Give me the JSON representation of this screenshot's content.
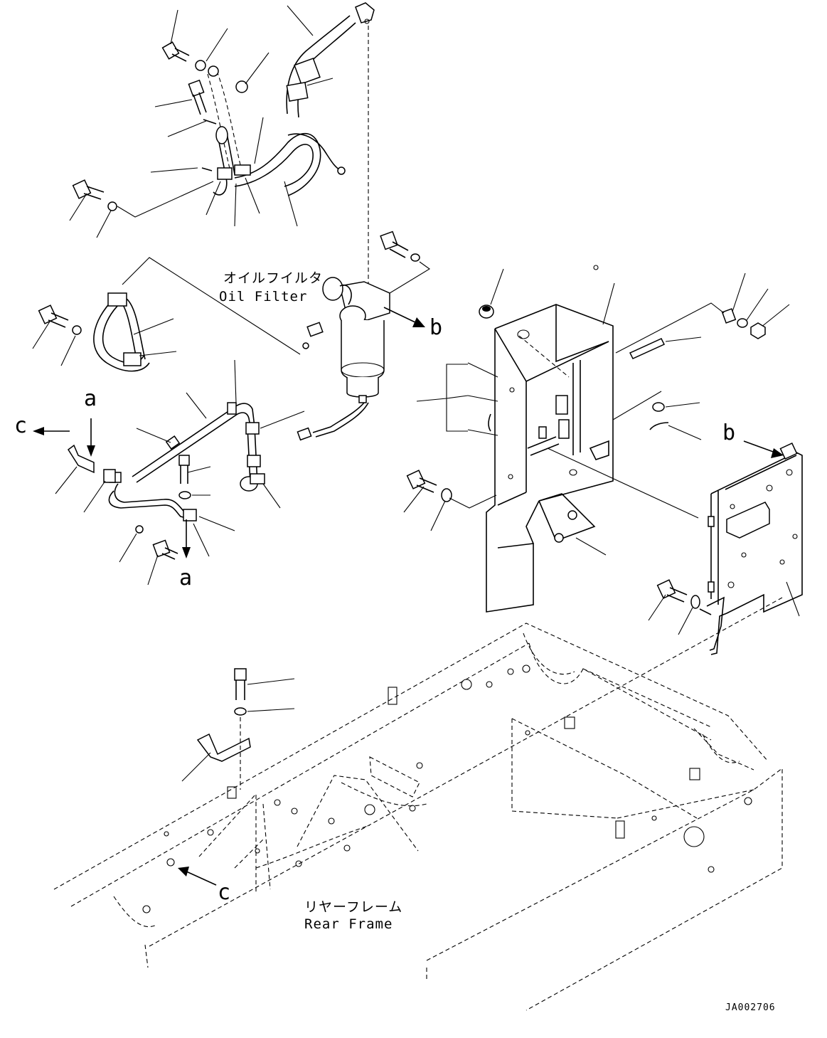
{
  "captions": {
    "oil_filter_jp": "オイルフイルタ",
    "oil_filter_en": "Oil Filter",
    "rear_frame_jp": "リヤーフレーム",
    "rear_frame_en": "Rear Frame"
  },
  "refs": {
    "a_top": "a",
    "a_bottom": "a",
    "b_filter": "b",
    "b_plate": "b",
    "c_left": "c",
    "c_frame": "c"
  },
  "drawing_code": "JA002706"
}
